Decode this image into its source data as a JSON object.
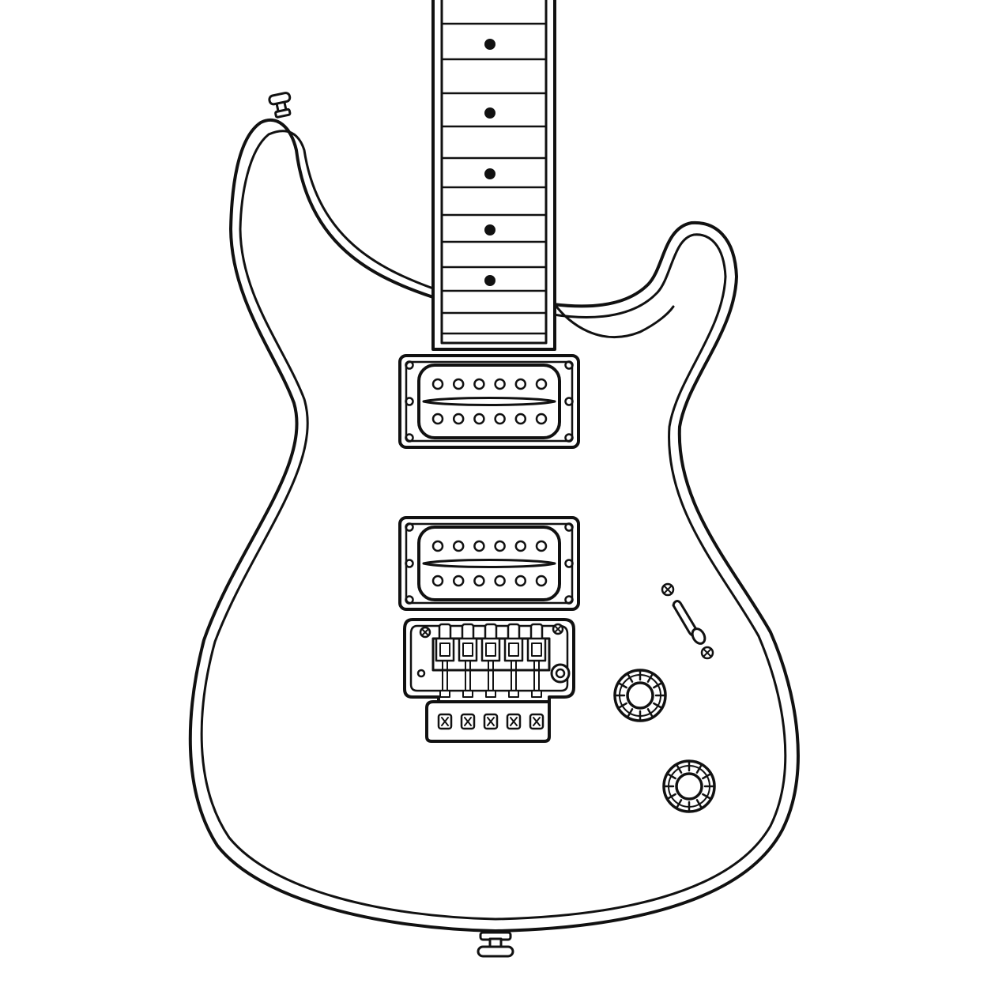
{
  "guitar": {
    "style": "line-art",
    "colors": {
      "background": "#ffffff",
      "stroke": "#111111"
    },
    "neck": {
      "inlay_count": 5
    },
    "pickups": [
      {
        "name": "neck-humbucker",
        "poles_per_row": 6
      },
      {
        "name": "bridge-humbucker",
        "poles_per_row": 6
      }
    ],
    "bridge": {
      "type": "floating-tremolo",
      "saddles": 5
    },
    "controls": {
      "knobs": 2,
      "switch": "selector-switch"
    }
  }
}
